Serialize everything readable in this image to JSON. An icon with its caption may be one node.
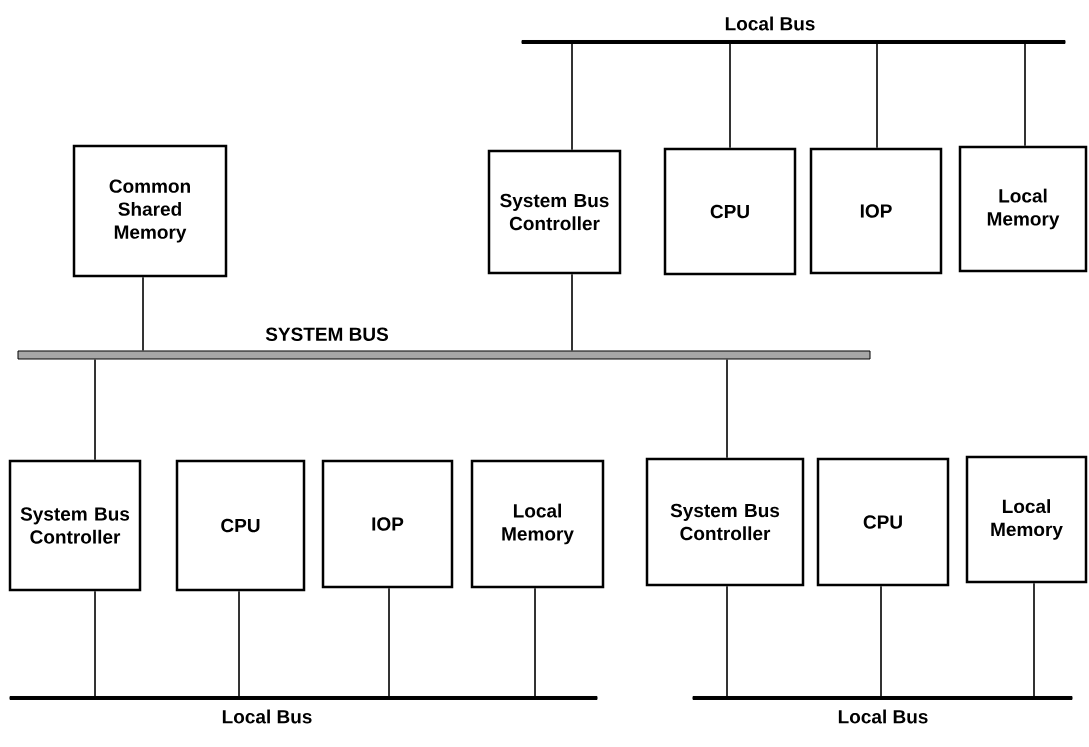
{
  "diagram": {
    "nodes": [
      {
        "text": [
          "Local Bus"
        ]
      },
      {
        "text": [
          "Common Shared Memory"
        ]
      },
      {
        "text": [
          "System Bus Controller"
        ]
      },
      {
        "text": [
          "CPU"
        ]
      },
      {
        "text": [
          "IOP"
        ]
      },
      {
        "text": [
          "Local Memory"
        ]
      },
      {
        "text": [
          "SYSTEM BUS"
        ]
      },
      {
        "text": [
          "System Bus Controller"
        ]
      },
      {
        "text": [
          "CPU"
        ]
      },
      {
        "text": [
          "IOP"
        ]
      },
      {
        "text": [
          "Local Memory"
        ]
      },
      {
        "text": [
          "System Bus Controller"
        ]
      },
      {
        "text": [
          "CPU"
        ]
      },
      {
        "text": [
          "Local Memory"
        ]
      },
      {
        "text": [
          "Local Bus"
        ]
      },
      {
        "text": [
          "Local Bus"
        ]
      }
    ],
    "edges": [
      {
        "from": 2,
        "to": 0,
        "arrow": "none"
      },
      {
        "from": 3,
        "to": 0,
        "arrow": "none"
      },
      {
        "from": 4,
        "to": 0,
        "arrow": "none"
      },
      {
        "from": 5,
        "to": 0,
        "arrow": "none"
      },
      {
        "from": 1,
        "to": 6,
        "arrow": "none"
      },
      {
        "from": 2,
        "to": 6,
        "arrow": "none"
      },
      {
        "from": 6,
        "to": 7,
        "arrow": "none"
      },
      {
        "from": 6,
        "to": 11,
        "arrow": "none"
      },
      {
        "from": 7,
        "to": 14,
        "arrow": "none"
      },
      {
        "from": 8,
        "to": 14,
        "arrow": "none"
      },
      {
        "from": 9,
        "to": 14,
        "arrow": "none"
      },
      {
        "from": 10,
        "to": 14,
        "arrow": "none"
      },
      {
        "from": 11,
        "to": 15,
        "arrow": "none"
      },
      {
        "from": 12,
        "to": 15,
        "arrow": "none"
      },
      {
        "from": 13,
        "to": 15,
        "arrow": "none"
      }
    ]
  }
}
